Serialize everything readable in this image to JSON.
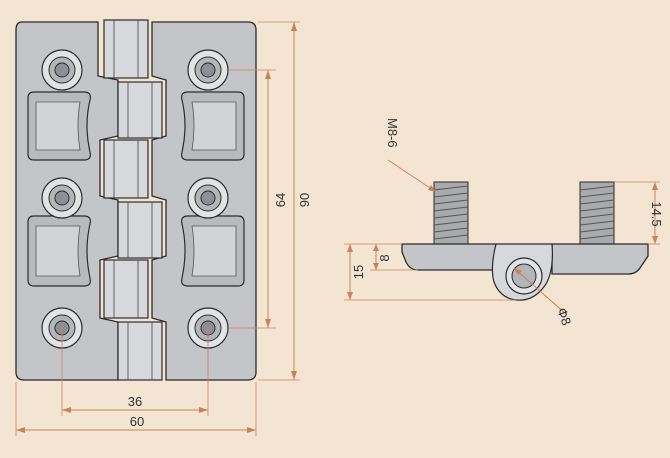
{
  "dimensions": {
    "width_36": "36",
    "width_60": "60",
    "height_64": "64",
    "height_90": "90",
    "height_14_5": "14.5",
    "height_15": "15",
    "height_8": "8",
    "diameter_8": "Φ8",
    "thread_m8": "M8-6"
  },
  "colors": {
    "background": "#f4e5d3",
    "dimension_line": "#c9825a",
    "part_fill": "#c4c5c9",
    "outline": "#2b2b2b"
  }
}
